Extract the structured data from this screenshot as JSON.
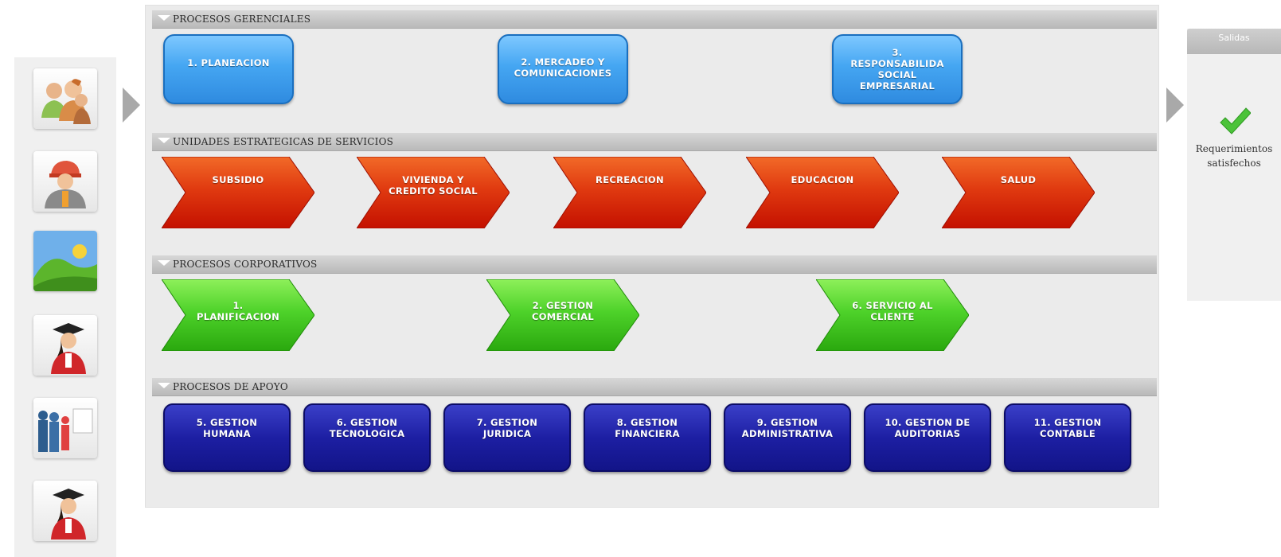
{
  "sections": {
    "gerenciales": {
      "title": "PROCESOS GERENCIALES"
    },
    "estrategicas": {
      "title": "UNIDADES ESTRATEGICAS DE SERVICIOS"
    },
    "corporativos": {
      "title": "PROCESOS CORPORATIVOS"
    },
    "apoyo": {
      "title": "PROCESOS DE APOYO"
    }
  },
  "gerenciales_items": [
    {
      "label": "1. PLANEACION"
    },
    {
      "label": "2. MERCADEO Y\nCOMUNICACIONES"
    },
    {
      "label": "3.\nRESPONSABILIDA\nSOCIAL\nEMPRESARIAL"
    }
  ],
  "estrategicas_items": [
    {
      "label": "SUBSIDIO"
    },
    {
      "label": "VIVIENDA Y\nCREDITO SOCIAL"
    },
    {
      "label": "RECREACION"
    },
    {
      "label": "EDUCACION"
    },
    {
      "label": "SALUD"
    }
  ],
  "corporativos_items": [
    {
      "label": "1.\nPLANIFICACION"
    },
    {
      "label": "2. GESTION\nCOMERCIAL"
    },
    {
      "label": "6. SERVICIO AL\nCLIENTE"
    }
  ],
  "apoyo_items": [
    {
      "label": "5. GESTION\nHUMANA"
    },
    {
      "label": "6. GESTION\nTECNOLOGICA"
    },
    {
      "label": "7. GESTION\nJURIDICA"
    },
    {
      "label": "8. GESTION\nFINANCIERA"
    },
    {
      "label": "9. GESTION\nADMINISTRATIVA"
    },
    {
      "label": "10. GESTION DE\nAUDITORIAS"
    },
    {
      "label": "11. GESTION\nCONTABLE"
    }
  ],
  "output": {
    "header": "Salidas",
    "text": "Requerimientos\nsatisfechos"
  },
  "icons": {
    "left": [
      "users-group-icon",
      "worker-icon",
      "landscape-icon",
      "graduate-icon",
      "presentation-icon",
      "graduate-icon"
    ],
    "check": "checkmark-icon"
  },
  "colors": {
    "gerenciales": "#45a6f2",
    "estrategicas": "#d91a00",
    "corporativos": "#34c419",
    "apoyo": "#1d1fa3",
    "check": "#4cc33a"
  }
}
